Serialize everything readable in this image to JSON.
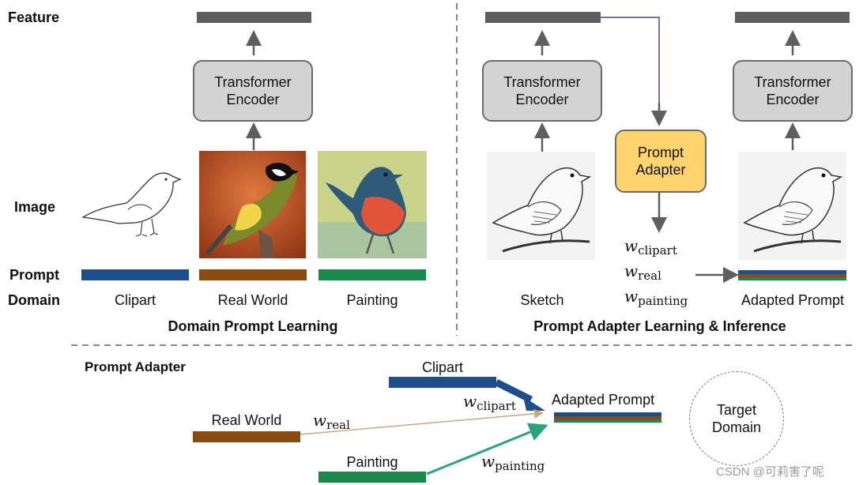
{
  "rows": {
    "feature": "Feature",
    "image": "Image",
    "prompt": "Prompt",
    "domain": "Domain"
  },
  "left": {
    "encoder_label": "Transformer\nEncoder",
    "domains": [
      "Clipart",
      "Real World",
      "Painting"
    ],
    "caption": "Domain Prompt Learning"
  },
  "right": {
    "encoder_label": "Transformer\nEncoder",
    "adapter_label": "Prompt\nAdapter",
    "sketch_label": "Sketch",
    "adapted_label": "Adapted Prompt",
    "weights": [
      {
        "sym": "w",
        "sub": "clipart"
      },
      {
        "sym": "w",
        "sub": "real"
      },
      {
        "sym": "w",
        "sub": "painting"
      }
    ],
    "caption": "Prompt Adapter Learning & Inference"
  },
  "bottom": {
    "title": "Prompt Adapter",
    "clipart": "Clipart",
    "realworld": "Real World",
    "painting": "Painting",
    "adapted": "Adapted Prompt",
    "target": "Target\nDomain",
    "w_clipart": {
      "sym": "w",
      "sub": "clipart"
    },
    "w_real": {
      "sym": "w",
      "sub": "real"
    },
    "w_painting": {
      "sym": "w",
      "sub": "painting"
    }
  },
  "colors": {
    "clipart": "#1f4e8c",
    "realworld": "#8b4a0f",
    "painting": "#1a8a4a",
    "feature": "#5e5e5e",
    "adapter": "#ffd36e",
    "encoder": "#d3d3d3"
  },
  "watermark": "CSDN @可莉害了呢"
}
